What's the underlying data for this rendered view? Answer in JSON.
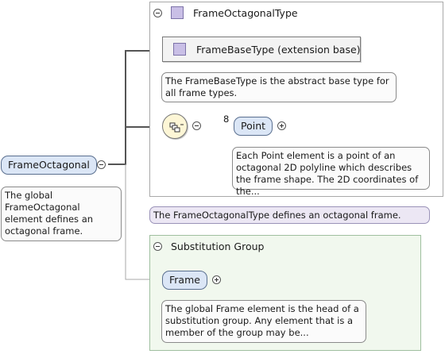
{
  "type_box": {
    "title": "FrameOctagonalType",
    "base": {
      "label": "FrameBaseType (extension base)",
      "doc": "The FrameBaseType is the abstract base type for all frame types."
    },
    "sequence": {
      "icon": "sequence-compositor-icon"
    },
    "point": {
      "label": "Point",
      "multiplicity": "8",
      "doc": "Each Point element is a point of an octagonal 2D polyline which describes the frame shape. The 2D coordinates of the..."
    },
    "doc": "The FrameOctagonalType defines an octagonal frame."
  },
  "root": {
    "label": "FrameOctagonal",
    "doc": "The global FrameOctagonal element defines an octagonal frame."
  },
  "substitution": {
    "title": "Substitution Group",
    "frame": {
      "label": "Frame",
      "doc": "The global Frame element is the head of a substitution group. Any element that is a member of the group may be..."
    }
  },
  "colors": {
    "element_fill": "#dbe6f6",
    "type_doc_fill": "#ece7f4",
    "substitution_fill": "#f1f8ee",
    "sequence_fill": "#fdf6d6"
  }
}
